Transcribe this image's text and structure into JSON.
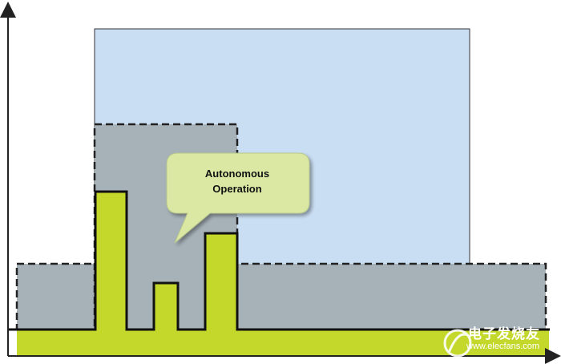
{
  "callout": {
    "line1": "Autonomous",
    "line2": "Operation"
  },
  "watermark": {
    "title": "电子发烧友",
    "url": "www.elecfans.com"
  },
  "colors": {
    "light_blue_region": "#c9def2",
    "gray_region": "#a6b1b8",
    "green_signal": "#c3d82b",
    "callout_fill": "#dbe8a4",
    "axis": "#222222"
  }
}
